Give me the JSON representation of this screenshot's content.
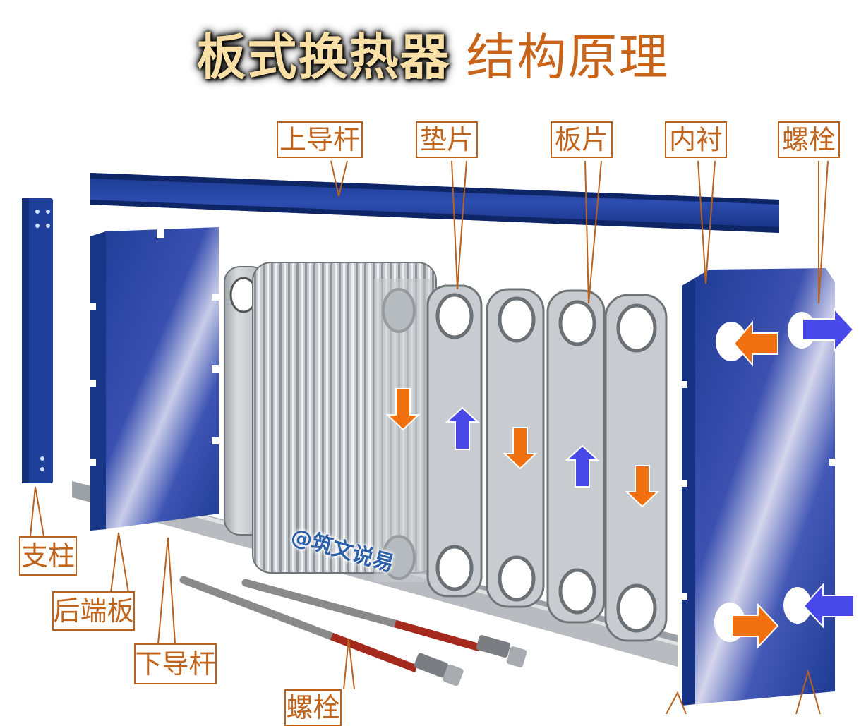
{
  "title": {
    "main": "板式换热器",
    "sub": "结构原理"
  },
  "labels": {
    "top_guide_bar": "上导杆",
    "gasket": "垫片",
    "plate": "板片",
    "lining": "内衬",
    "bolt_top": "螺栓",
    "support_column": "支柱",
    "rear_end_plate": "后端板",
    "bottom_guide_bar": "下导杆",
    "bolt_bottom": "螺栓"
  },
  "watermark": "@筑文说易",
  "colors": {
    "frame_blue": "#1f3f98",
    "hot_flow_orange": "#f07010",
    "cold_flow_blue": "#4848e8",
    "label_orange": "#c0641c",
    "plate_silver": "#c4c8cc",
    "bolt_red": "#a82a20"
  },
  "flow_arrows": [
    {
      "direction": "down",
      "color": "orange"
    },
    {
      "direction": "up",
      "color": "blue"
    },
    {
      "direction": "down",
      "color": "orange"
    },
    {
      "direction": "up",
      "color": "blue"
    },
    {
      "direction": "down",
      "color": "orange"
    }
  ],
  "port_arrows": [
    {
      "position": "top-left-port",
      "direction": "left",
      "color": "orange"
    },
    {
      "position": "top-right-port",
      "direction": "right",
      "color": "blue"
    },
    {
      "position": "bottom-left-port",
      "direction": "right",
      "color": "orange"
    },
    {
      "position": "bottom-right-port",
      "direction": "left",
      "color": "blue"
    }
  ]
}
